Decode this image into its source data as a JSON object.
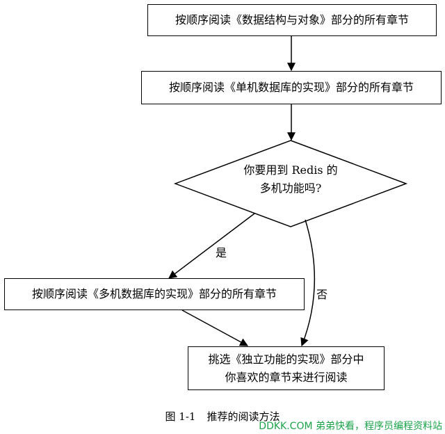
{
  "flowchart": {
    "step1": "按顺序阅读《数据结构与对象》部分的所有章节",
    "step2": "按顺序阅读《单机数据库的实现》部分的所有章节",
    "decision_line1": "你要用到 Redis 的",
    "decision_line2": "多机功能吗?",
    "yes_label": "是",
    "no_label": "否",
    "step3": "按顺序阅读《多机数据库的实现》部分的所有章节",
    "step4_line1": "挑选《独立功能的实现》部分中",
    "step4_line2": "你喜欢的章节来进行阅读"
  },
  "caption": {
    "number": "图 1-1",
    "title": "推荐的阅读方法"
  },
  "watermark": "DDKK.COM 弟弟快看，程序员编程资料站"
}
